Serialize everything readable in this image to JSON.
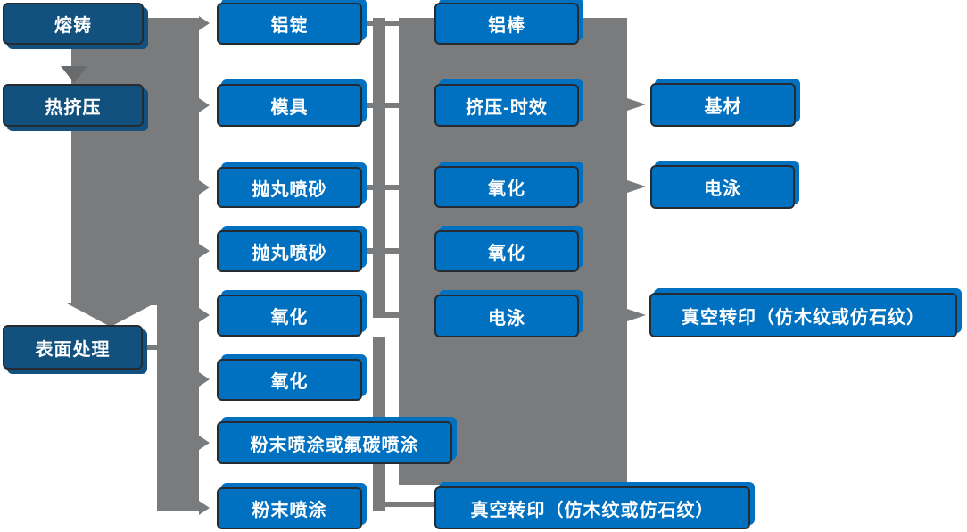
{
  "flowchart": {
    "colors": {
      "stage_box": "#12507e",
      "process_box": "#0070c0",
      "box_border": "#262b31",
      "connector_gray": "#7a7b7d",
      "connector_dark_gray": "#696a6c",
      "text": "#ffffff",
      "background": "#ffffff"
    },
    "nodes": [
      {
        "id": "melting-casting",
        "type": "stage",
        "label": "熔铸"
      },
      {
        "id": "hot-extrusion",
        "type": "stage",
        "label": "热挤压"
      },
      {
        "id": "surface-treatment",
        "type": "stage",
        "label": "表面处理"
      },
      {
        "id": "aluminum-ingot",
        "type": "process",
        "label": "铝锭"
      },
      {
        "id": "mold",
        "type": "process",
        "label": "模具"
      },
      {
        "id": "shot-blasting-1",
        "type": "process",
        "label": "抛丸喷砂"
      },
      {
        "id": "shot-blasting-2",
        "type": "process",
        "label": "抛丸喷砂"
      },
      {
        "id": "oxidation-1",
        "type": "process",
        "label": "氧化"
      },
      {
        "id": "oxidation-2",
        "type": "process",
        "label": "氧化"
      },
      {
        "id": "powder-or-fluorocarbon",
        "type": "process",
        "label": "粉末喷涂或氟碳喷涂"
      },
      {
        "id": "powder-coating",
        "type": "process",
        "label": "粉末喷涂"
      },
      {
        "id": "aluminum-rod",
        "type": "process",
        "label": "铝棒"
      },
      {
        "id": "extrusion-aging",
        "type": "process",
        "label": "挤压-时效"
      },
      {
        "id": "oxidation-3",
        "type": "process",
        "label": "氧化"
      },
      {
        "id": "oxidation-4",
        "type": "process",
        "label": "氧化"
      },
      {
        "id": "electrophoresis-1",
        "type": "process",
        "label": "电泳"
      },
      {
        "id": "vacuum-transfer-bottom",
        "type": "process",
        "label": "真空转印（仿木纹或仿石纹）"
      },
      {
        "id": "base-material",
        "type": "process",
        "label": "基材"
      },
      {
        "id": "electrophoresis-2",
        "type": "process",
        "label": "电泳"
      },
      {
        "id": "vacuum-transfer-right",
        "type": "process",
        "label": "真空转印（仿木纹或仿石纹）"
      }
    ]
  }
}
